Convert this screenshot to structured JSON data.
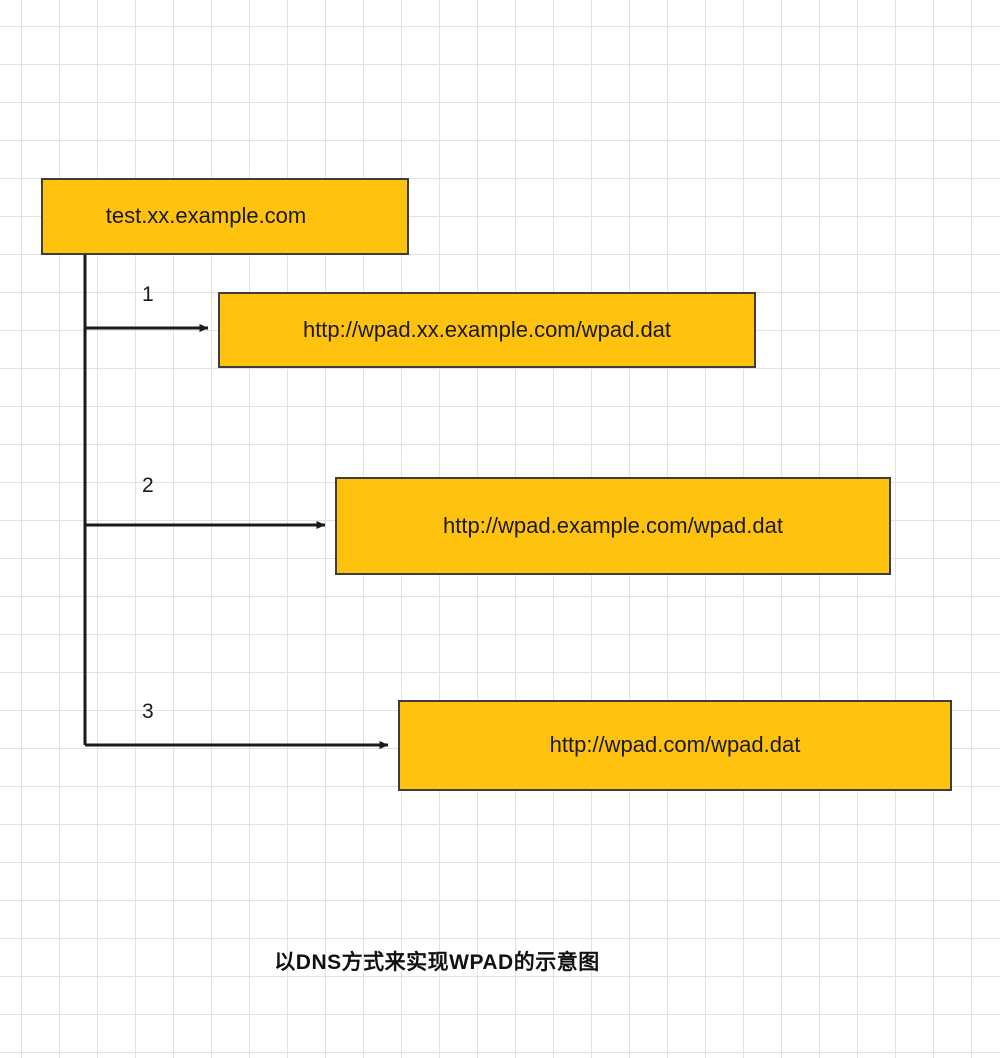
{
  "diagram": {
    "title": "以DNS方式来实现WPAD的示意图",
    "background": "#ffffff",
    "grid_color": "#e2e2e2",
    "node_fill": "#ffc20e",
    "node_stroke": "#3d3d3d",
    "connector_color": "#1a1a1a",
    "nodes": [
      {
        "id": "root",
        "label": "test.xx.example.com"
      },
      {
        "id": "level1",
        "label": "http://wpad.xx.example.com/wpad.dat"
      },
      {
        "id": "level2",
        "label": "http://wpad.example.com/wpad.dat"
      },
      {
        "id": "level3",
        "label": "http://wpad.com/wpad.dat"
      }
    ],
    "edges": [
      {
        "id": "edge-1",
        "number": "1",
        "from": "root",
        "to": "level1"
      },
      {
        "id": "edge-2",
        "number": "2",
        "from": "root",
        "to": "level2"
      },
      {
        "id": "edge-3",
        "number": "3",
        "from": "root",
        "to": "level3"
      }
    ]
  }
}
